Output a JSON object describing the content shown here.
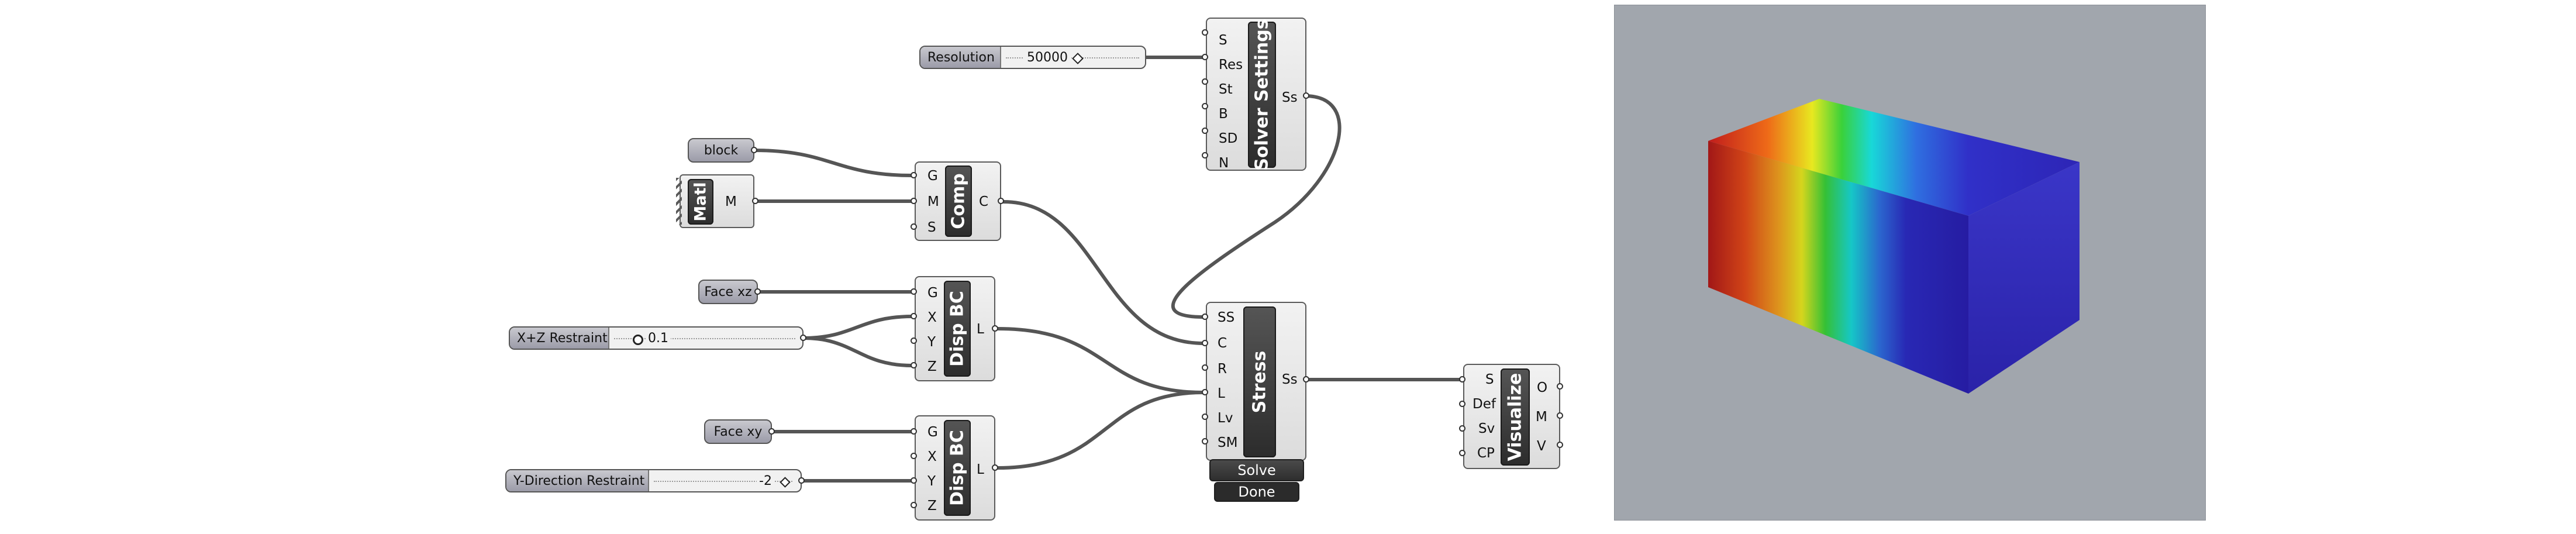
{
  "sliders": {
    "resolution": {
      "label": "Resolution",
      "value": "50000"
    },
    "xz_restraint": {
      "label": "X+Z Restraint",
      "value": "0.1"
    },
    "y_restraint": {
      "label": "Y-Direction Restraint",
      "value": "-2"
    }
  },
  "params": {
    "block": "block",
    "face_xz": "Face xz",
    "face_xy": "Face xy"
  },
  "components": {
    "solver_settings": {
      "title": "Solver Settings",
      "inputs": [
        "S",
        "Res",
        "St",
        "B",
        "SD",
        "N"
      ],
      "outputs": [
        "Ss"
      ]
    },
    "matl": {
      "title": "Matl",
      "outputs": [
        "M"
      ]
    },
    "comp": {
      "title": "Comp",
      "inputs": [
        "G",
        "M",
        "S"
      ],
      "outputs": [
        "C"
      ]
    },
    "disp_bc_1": {
      "title": "Disp BC",
      "inputs": [
        "G",
        "X",
        "Y",
        "Z"
      ],
      "outputs": [
        "L"
      ]
    },
    "disp_bc_2": {
      "title": "Disp BC",
      "inputs": [
        "G",
        "X",
        "Y",
        "Z"
      ],
      "outputs": [
        "L"
      ]
    },
    "stress": {
      "title": "Stress",
      "inputs": [
        "SS",
        "C",
        "R",
        "L",
        "Lv",
        "SM"
      ],
      "outputs": [
        "Ss"
      ]
    },
    "visualize": {
      "title": "Visualize",
      "inputs": [
        "S",
        "Def",
        "Sv",
        "CP"
      ],
      "outputs": [
        "O",
        "M",
        "V"
      ]
    }
  },
  "buttons": {
    "solve": "Solve",
    "done": "Done"
  },
  "colors": {
    "canvas": "#ffffff",
    "wire": "#555555",
    "viewport_bg": "#a1a6ad",
    "component_title": "#333333",
    "heatmap_low": "#2a1fb0",
    "heatmap_high": "#b01a1a"
  }
}
